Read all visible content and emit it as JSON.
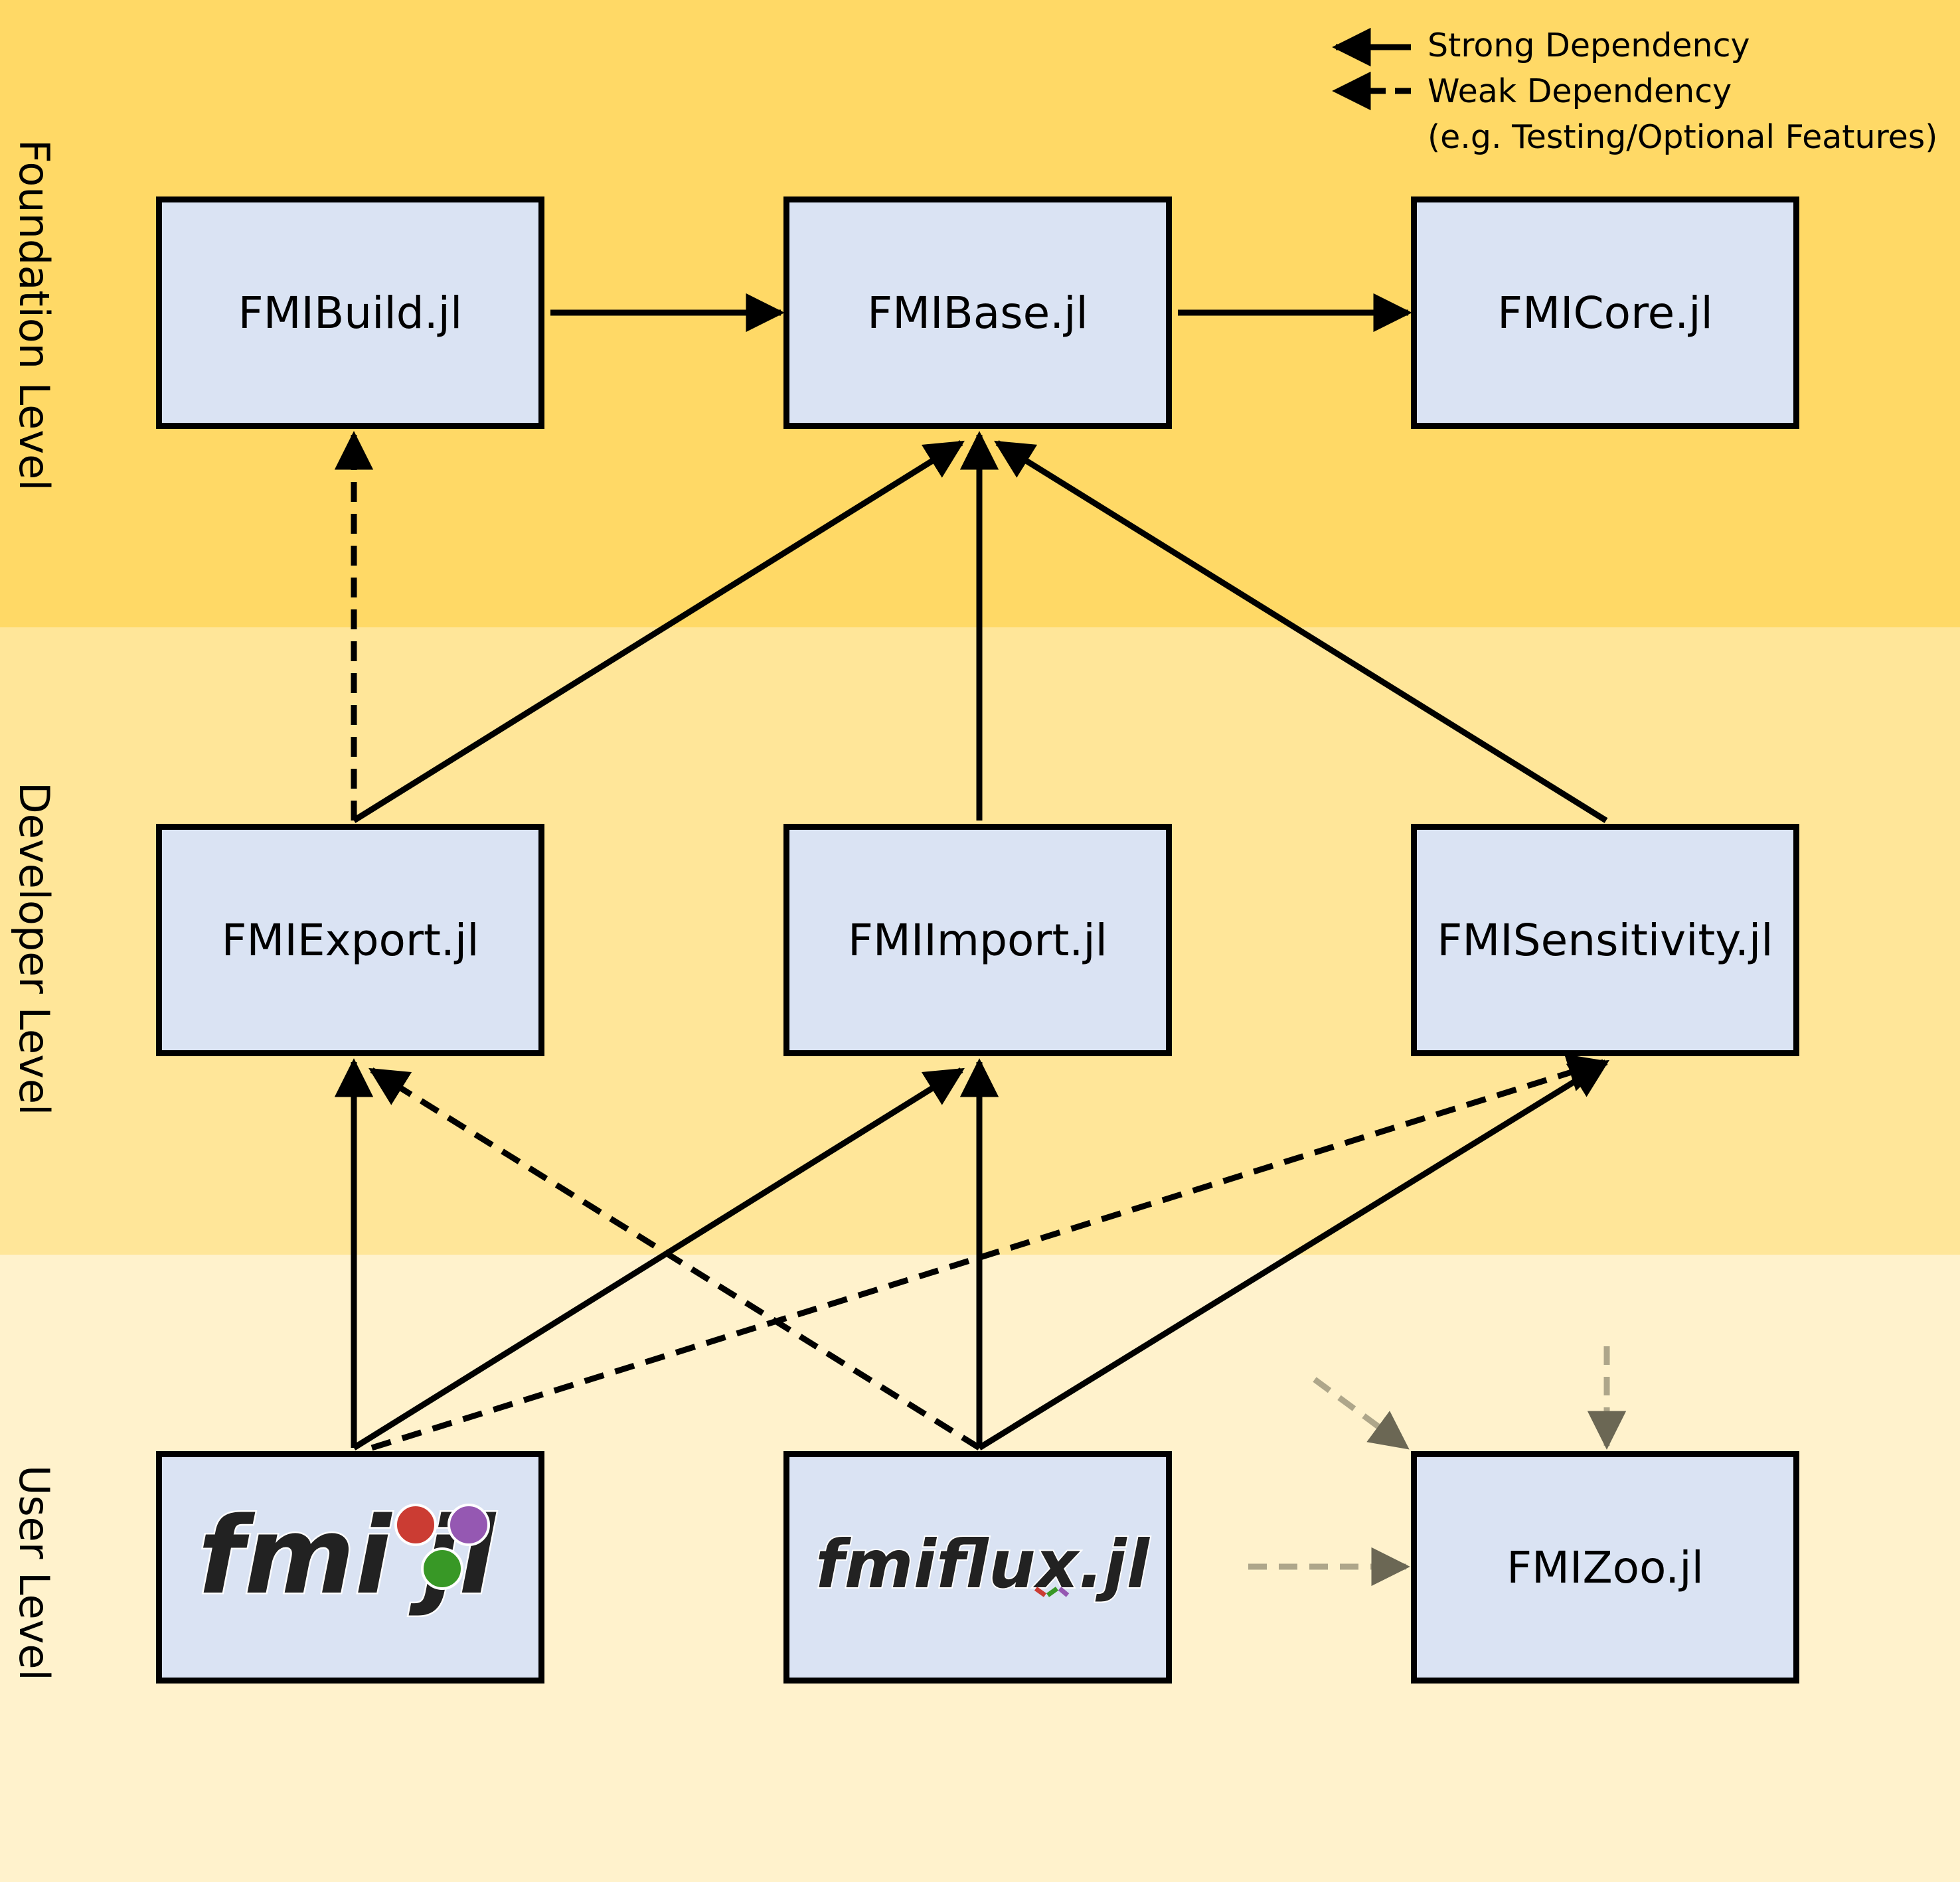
{
  "levels": {
    "foundation": "Foundation Level",
    "developer": "Developer Level",
    "user": "User Level"
  },
  "packages": {
    "fmibuild": "FMIBuild.jl",
    "fmibase": "FMIBase.jl",
    "fmicore": "FMICore.jl",
    "fmiexport": "FMIExport.jl",
    "fmiimport": "FMIImport.jl",
    "fmisensitivity": "FMISensitivity.jl",
    "fmizoo": "FMIZoo.jl"
  },
  "logos": {
    "fmi": "fmijl",
    "fmiflux": "fmiflux.jl"
  },
  "legend": {
    "strong": "Strong Dependency",
    "weak": "Weak Dependency",
    "weak_note": "(e.g. Testing/Optional Features)"
  },
  "colors": {
    "foundation_band": "#ffd966",
    "developer_band": "#ffe699",
    "user_band": "#fff2cc",
    "box_fill": "#dae3f3",
    "logo_red": "#cb3c33",
    "logo_green": "#389826",
    "logo_purple": "#9558b2"
  }
}
